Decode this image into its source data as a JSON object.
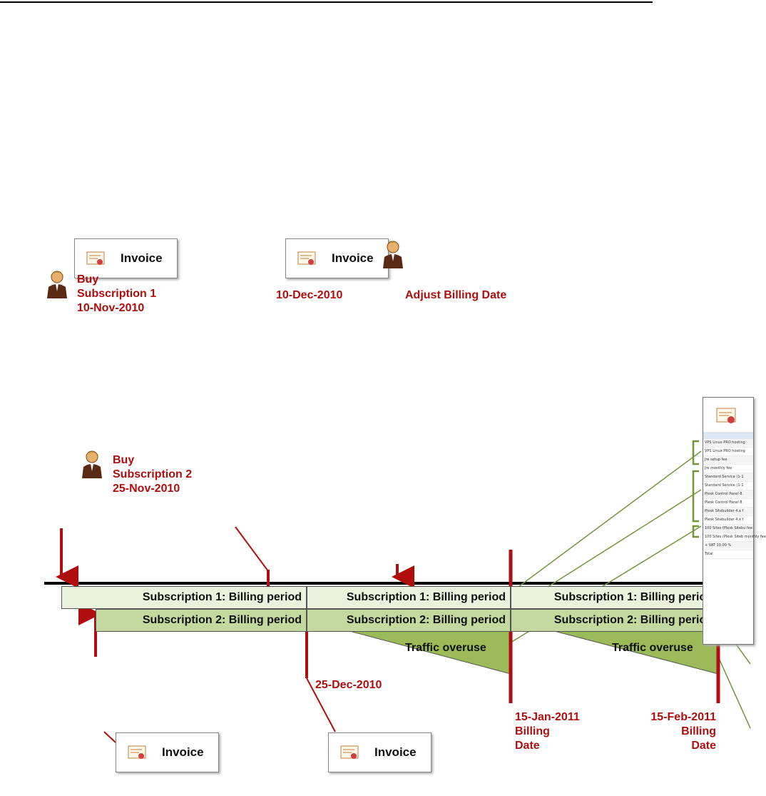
{
  "colors": {
    "red": "#b00e0e",
    "sub1": "#eaf1dd",
    "sub2": "#c4d9a0",
    "overuse": "#9bbb59",
    "line": "#76933c"
  },
  "events": {
    "buy1": [
      "Buy",
      "Subscription 1",
      "10-Nov-2010"
    ],
    "buy2": [
      "Buy",
      "Subscription 2",
      "25-Nov-2010"
    ],
    "dec10": "10-Dec-2010",
    "dec25": "25-Dec-2010",
    "adjust": "Adjust Billing Date",
    "jan15": [
      "15-Jan-2011",
      "Billing",
      "Date"
    ],
    "feb15": [
      "15-Feb-2011",
      "Billing",
      "Date"
    ]
  },
  "invoice_label": "Invoice",
  "bars": {
    "sub1": "Subscription 1: Billing period",
    "sub2": "Subscription 2: Billing period",
    "overuse": "Traffic overuse"
  },
  "invoice_doc_rows": [
    "VPS Linux PRO hosting",
    "VPS Linux PRO hosting",
    "Jre setup fee",
    "Jre monthly fee",
    "Standard Service (1-1",
    "Standard Service (1-1",
    "Plesk Control Panel 8.",
    "Plesk Control Panel 8.",
    "Plesk Sitebuilder 4.x f",
    "Plesk Sitebuilder 4.x f",
    "100 Sites (Plesk Sitebu fee",
    "100 Sites (Plesk Siteb monthly fee",
    "+ VAT 10.00 %",
    "Total"
  ],
  "icons": [
    "person-icon",
    "certificate-icon",
    "arrow-icon"
  ]
}
